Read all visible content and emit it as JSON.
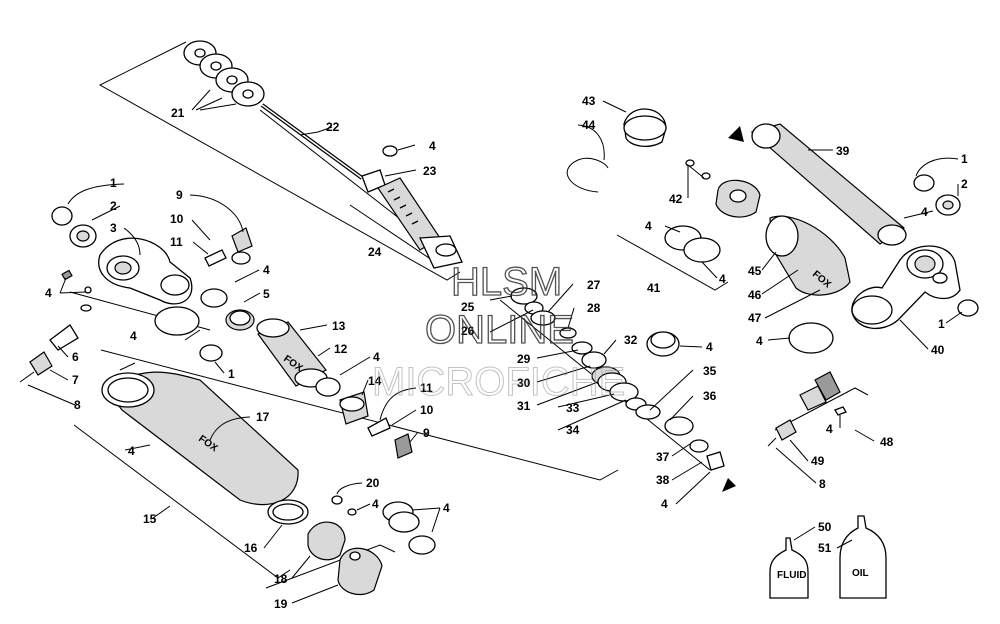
{
  "watermark": {
    "line1": "HLSM",
    "line2": "ONLINE",
    "line3": "MICROFICHE"
  },
  "brand": {
    "fox_logo": "FOX"
  },
  "bottles": {
    "fluid": "FLUID",
    "oil": "OIL"
  },
  "callouts": [
    {
      "id": "c21",
      "text": "21"
    },
    {
      "id": "c22",
      "text": "22"
    },
    {
      "id": "c4a",
      "text": "4"
    },
    {
      "id": "c23",
      "text": "23"
    },
    {
      "id": "c24",
      "text": "24"
    },
    {
      "id": "c1a",
      "text": "1"
    },
    {
      "id": "c2a",
      "text": "2"
    },
    {
      "id": "c3",
      "text": "3"
    },
    {
      "id": "c9a",
      "text": "9"
    },
    {
      "id": "c10a",
      "text": "10"
    },
    {
      "id": "c11a",
      "text": "11"
    },
    {
      "id": "c4b",
      "text": "4"
    },
    {
      "id": "c5",
      "text": "5"
    },
    {
      "id": "c4c",
      "text": "4"
    },
    {
      "id": "c4d",
      "text": "4"
    },
    {
      "id": "c1b",
      "text": "1"
    },
    {
      "id": "c6",
      "text": "6"
    },
    {
      "id": "c7",
      "text": "7"
    },
    {
      "id": "c8a",
      "text": "8"
    },
    {
      "id": "c13",
      "text": "13"
    },
    {
      "id": "c12",
      "text": "12"
    },
    {
      "id": "c4e",
      "text": "4"
    },
    {
      "id": "c14",
      "text": "14"
    },
    {
      "id": "c11b",
      "text": "11"
    },
    {
      "id": "c10b",
      "text": "10"
    },
    {
      "id": "c9b",
      "text": "9"
    },
    {
      "id": "c17",
      "text": "17"
    },
    {
      "id": "c4f",
      "text": "4"
    },
    {
      "id": "c15",
      "text": "15"
    },
    {
      "id": "c16",
      "text": "16"
    },
    {
      "id": "c20",
      "text": "20"
    },
    {
      "id": "c4g",
      "text": "4"
    },
    {
      "id": "c4h",
      "text": "4"
    },
    {
      "id": "c18",
      "text": "18"
    },
    {
      "id": "c19",
      "text": "19"
    },
    {
      "id": "c25",
      "text": "25"
    },
    {
      "id": "c26",
      "text": "26"
    },
    {
      "id": "c27",
      "text": "27"
    },
    {
      "id": "c28",
      "text": "28"
    },
    {
      "id": "c29",
      "text": "29"
    },
    {
      "id": "c30",
      "text": "30"
    },
    {
      "id": "c31",
      "text": "31"
    },
    {
      "id": "c32",
      "text": "32"
    },
    {
      "id": "c4i",
      "text": "4"
    },
    {
      "id": "c33",
      "text": "33"
    },
    {
      "id": "c34",
      "text": "34"
    },
    {
      "id": "c35",
      "text": "35"
    },
    {
      "id": "c36",
      "text": "36"
    },
    {
      "id": "c37",
      "text": "37"
    },
    {
      "id": "c38",
      "text": "38"
    },
    {
      "id": "c4j",
      "text": "4"
    },
    {
      "id": "c43",
      "text": "43"
    },
    {
      "id": "c44",
      "text": "44"
    },
    {
      "id": "c42",
      "text": "42"
    },
    {
      "id": "c4k",
      "text": "4"
    },
    {
      "id": "c41",
      "text": "41"
    },
    {
      "id": "c4l",
      "text": "4"
    },
    {
      "id": "c45",
      "text": "45"
    },
    {
      "id": "c46",
      "text": "46"
    },
    {
      "id": "c47",
      "text": "47"
    },
    {
      "id": "c39",
      "text": "39"
    },
    {
      "id": "c1c",
      "text": "1"
    },
    {
      "id": "c2b",
      "text": "2"
    },
    {
      "id": "c4m",
      "text": "4"
    },
    {
      "id": "c1d",
      "text": "1"
    },
    {
      "id": "c4n",
      "text": "4"
    },
    {
      "id": "c40",
      "text": "40"
    },
    {
      "id": "c4o",
      "text": "4"
    },
    {
      "id": "c48",
      "text": "48"
    },
    {
      "id": "c49",
      "text": "49"
    },
    {
      "id": "c8b",
      "text": "8"
    },
    {
      "id": "c50",
      "text": "50"
    },
    {
      "id": "c51",
      "text": "51"
    }
  ]
}
